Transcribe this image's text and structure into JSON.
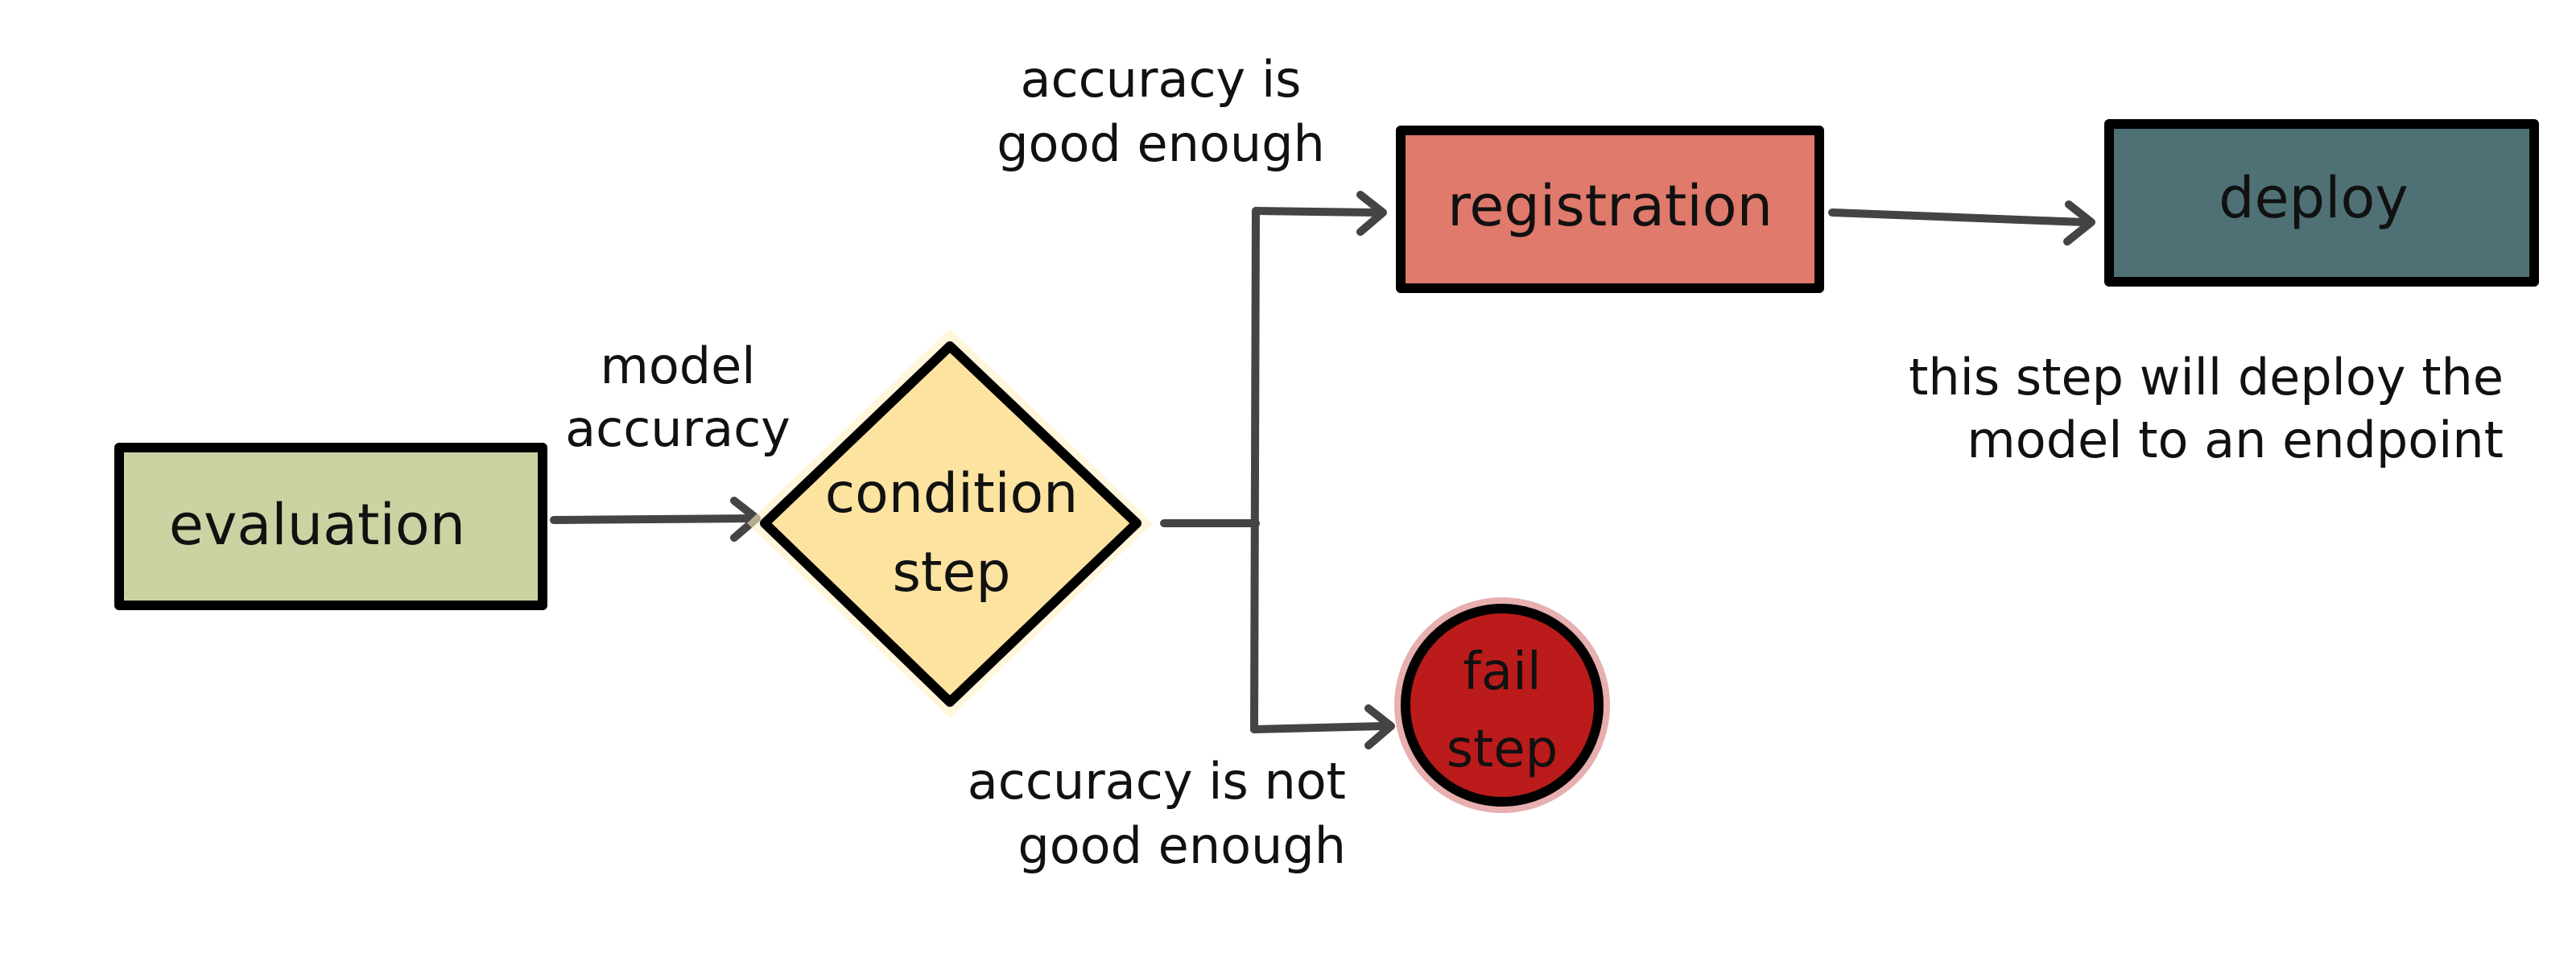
{
  "diagram": {
    "nodes": {
      "evaluation": {
        "label": "evaluation",
        "color": "#c9d4a2"
      },
      "condition": {
        "line1": "condition",
        "line2": "step",
        "color": "#fde3a0",
        "glow": "#fff0c4"
      },
      "registration": {
        "label": "registration",
        "color": "#df7a6c"
      },
      "deploy": {
        "label": "deploy",
        "color": "#4f7176"
      },
      "fail": {
        "line1": "fail",
        "line2": "step",
        "color": "#bb1b1b",
        "text_color": "#ffffff"
      }
    },
    "edge_labels": {
      "model_accuracy": {
        "line1": "model",
        "line2": "accuracy"
      },
      "good_enough": {
        "line1": "accuracy is",
        "line2": "good enough"
      },
      "not_good_enough": {
        "line1": "accuracy is not",
        "line2": "good enough"
      }
    },
    "notes": {
      "deploy_note": {
        "line1": "this step will deploy the",
        "line2": "model to an endpoint"
      }
    },
    "edge_color": "#444444"
  }
}
